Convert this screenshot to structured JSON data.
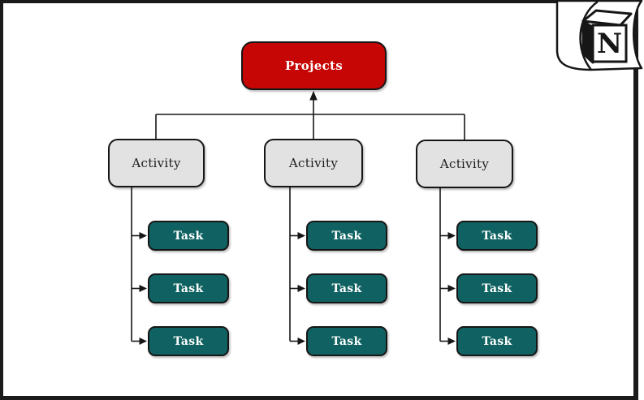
{
  "badge": {
    "letter": "N",
    "logo": "notion-cube-logo"
  },
  "diagram": {
    "root": {
      "label": "Projects"
    },
    "activities": [
      {
        "label": "Activity",
        "tasks": [
          {
            "label": "Task"
          },
          {
            "label": "Task"
          },
          {
            "label": "Task"
          }
        ]
      },
      {
        "label": "Activity",
        "tasks": [
          {
            "label": "Task"
          },
          {
            "label": "Task"
          },
          {
            "label": "Task"
          }
        ]
      },
      {
        "label": "Activity",
        "tasks": [
          {
            "label": "Task"
          },
          {
            "label": "Task"
          },
          {
            "label": "Task"
          }
        ]
      }
    ],
    "colors": {
      "root_fill": "#c60505",
      "activity_fill": "#e2e2e2",
      "task_fill": "#106262",
      "line": "#161616",
      "frame": "#1a1a1a"
    }
  }
}
